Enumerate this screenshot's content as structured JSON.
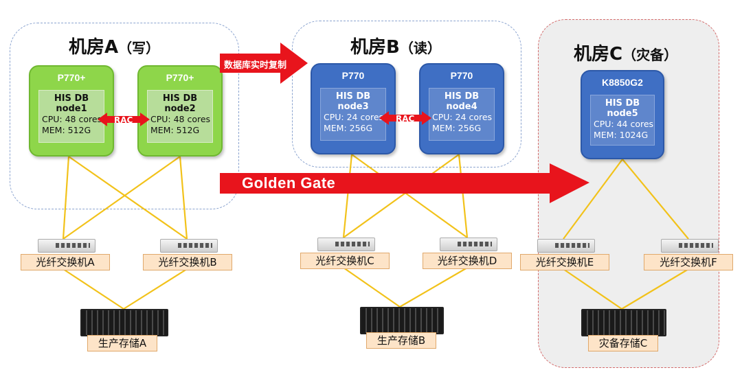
{
  "rooms": {
    "a": {
      "title": "机房A",
      "sub": "（写）"
    },
    "b": {
      "title": "机房B",
      "sub": "（读）"
    },
    "c": {
      "title": "机房C",
      "sub": "（灾备）"
    }
  },
  "nodes": [
    {
      "model": "P770+",
      "name": "HIS DB node1",
      "cpu": "CPU:  48 cores",
      "mem": "MEM:   512G"
    },
    {
      "model": "P770+",
      "name": "HIS DB node2",
      "cpu": "CPU:  48 cores",
      "mem": "MEM:   512G"
    },
    {
      "model": "P770",
      "name": "HIS DB node3",
      "cpu": "CPU:  24 cores",
      "mem": "MEM:   256G"
    },
    {
      "model": "P770",
      "name": "HIS DB node4",
      "cpu": "CPU:  24 cores",
      "mem": "MEM:   256G"
    },
    {
      "model": "K8850G2",
      "name": "HIS DB node5",
      "cpu": "CPU:  44 cores",
      "mem": "MEM:   1024G"
    }
  ],
  "rac_label": "RAC",
  "replication_label": "数据库实时复制",
  "goldengate_label": "Golden Gate",
  "switches": [
    "光纤交换机A",
    "光纤交换机B",
    "光纤交换机C",
    "光纤交换机D",
    "光纤交换机E",
    "光纤交换机F"
  ],
  "storages": [
    "生产存储A",
    "生产存储B",
    "灾备存储C"
  ],
  "colors": {
    "green_node": "#8ed64a",
    "blue_node": "#3f6fc4",
    "arrow_red": "#e8141c",
    "link_yellow": "#f2c21a",
    "label_fill": "#fde4c8"
  }
}
